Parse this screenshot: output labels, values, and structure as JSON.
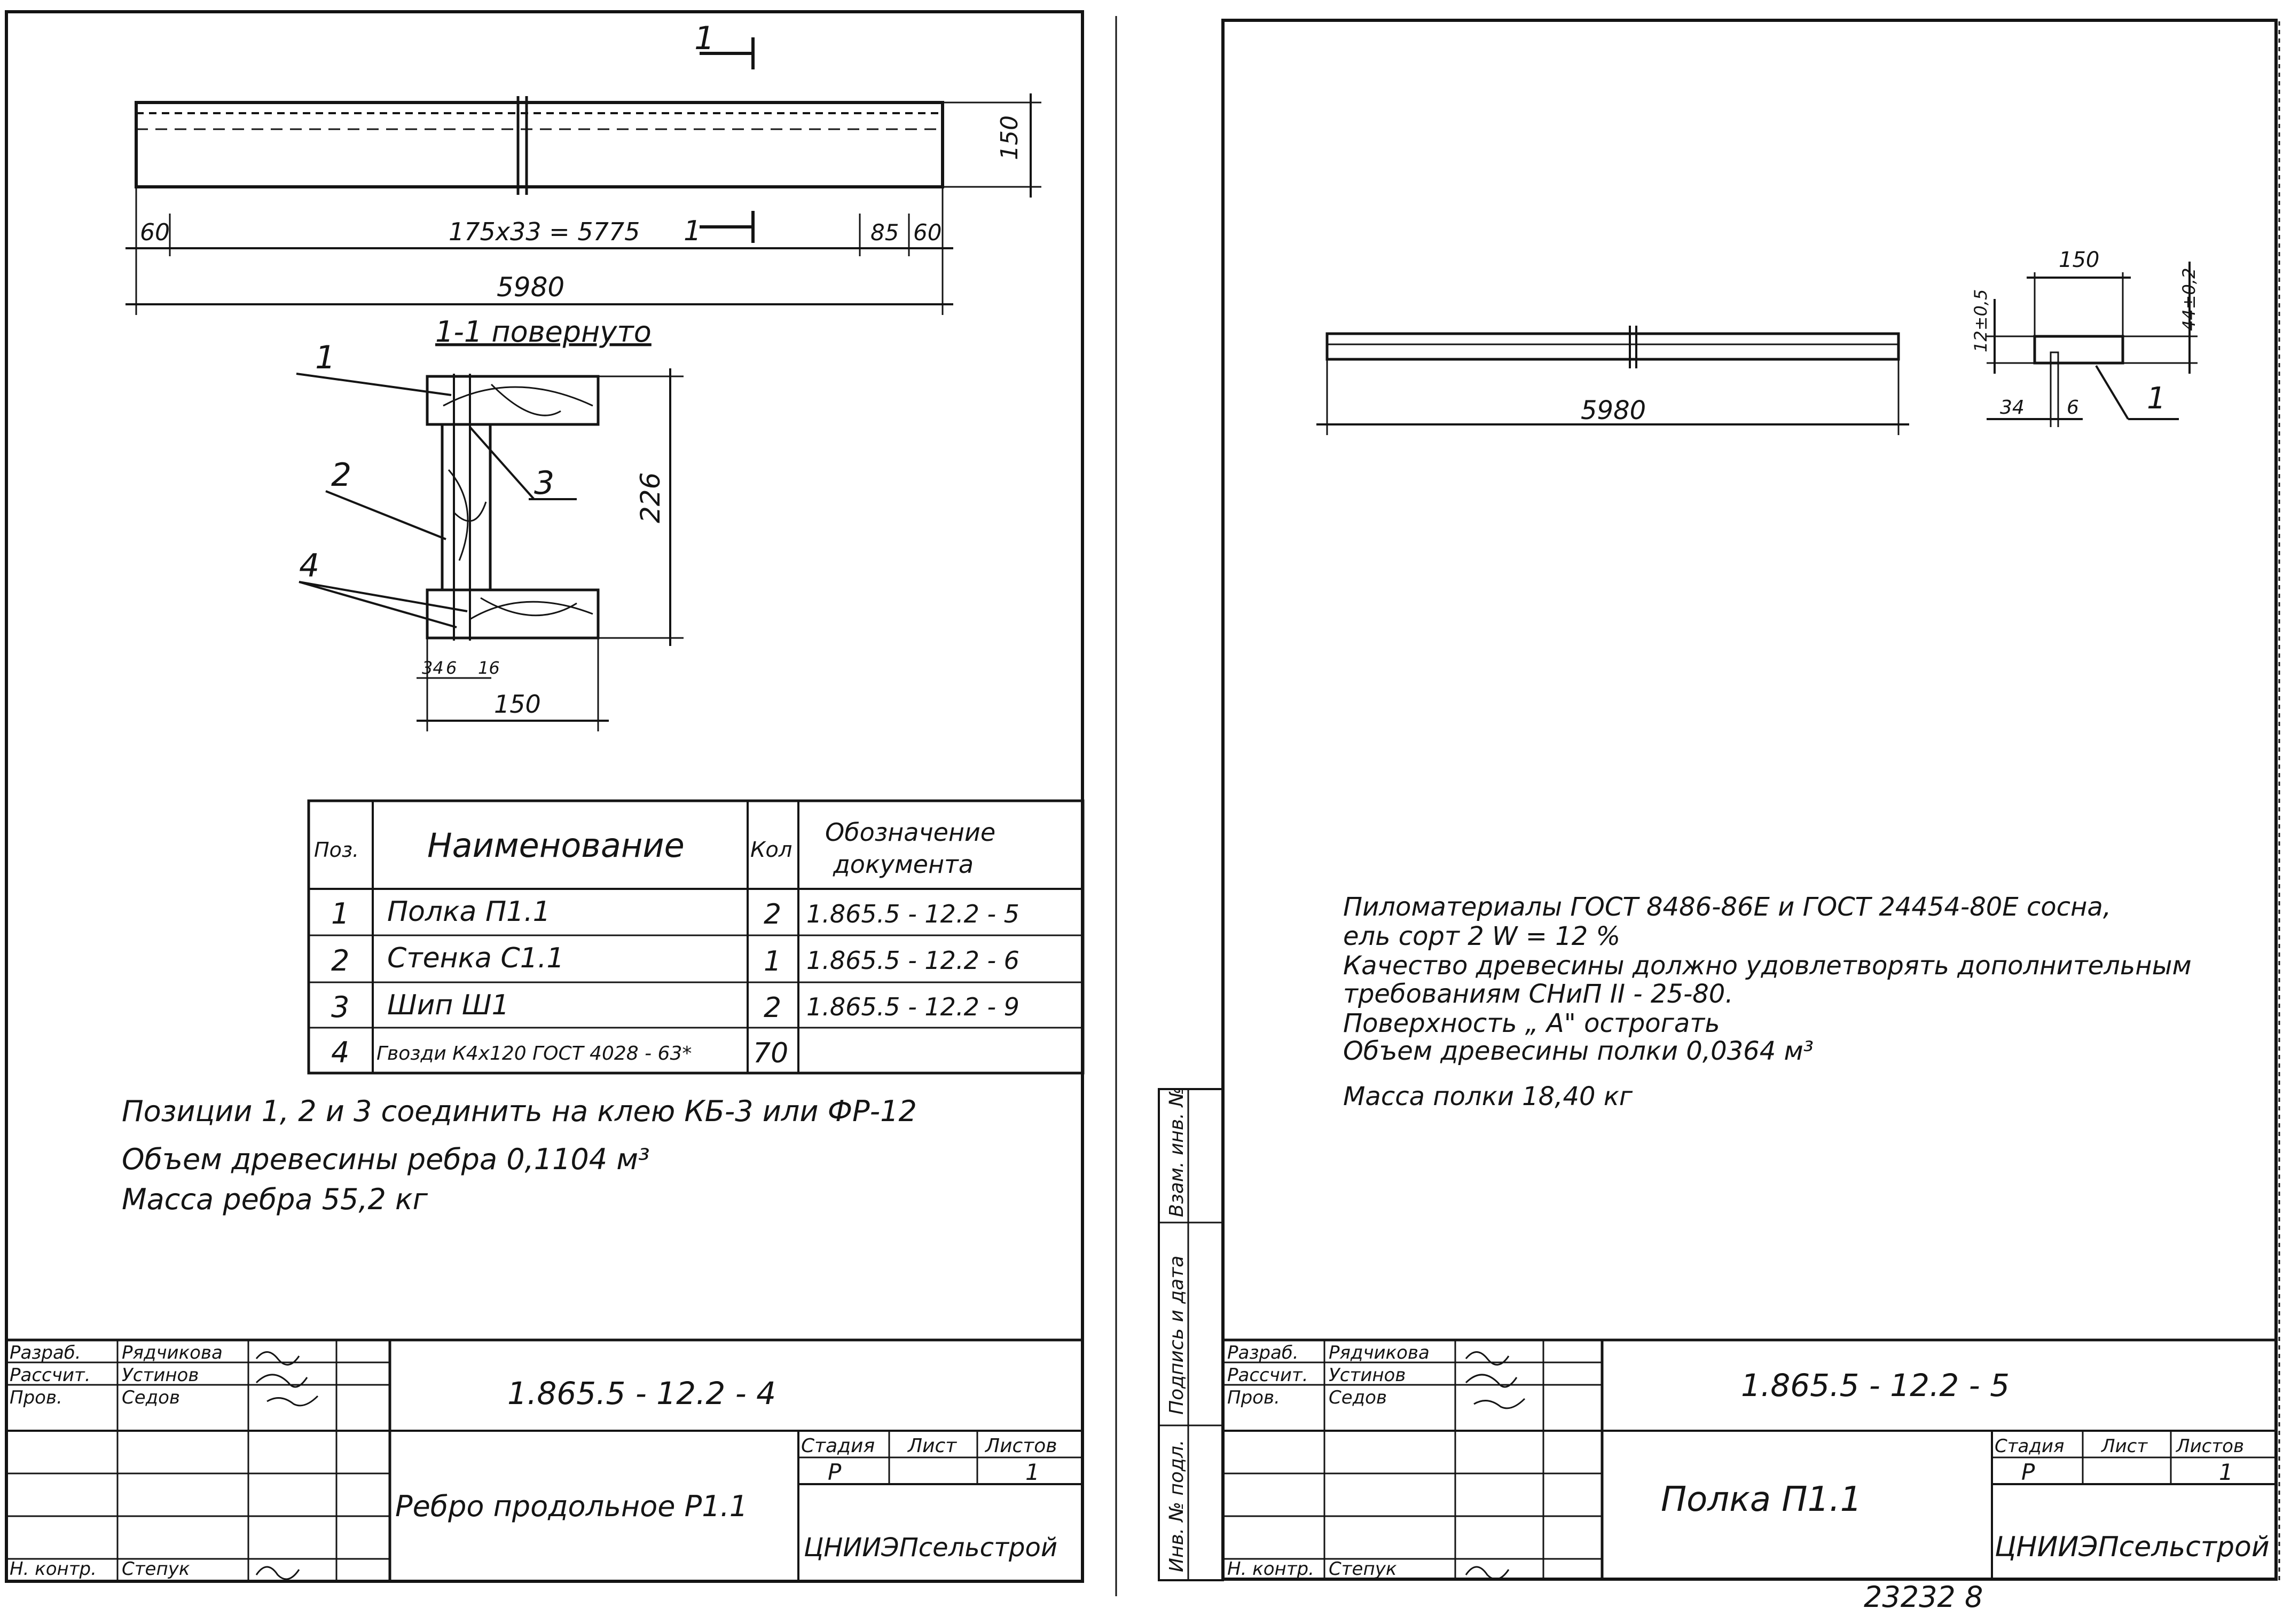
{
  "sheet1": {
    "section_label_top": "1",
    "section_label_bottom": "1",
    "dim_150": "150",
    "dim_60_left": "60",
    "dim_span": "175x33 = 5775",
    "dim_85": "85",
    "dim_60_right": "60",
    "dim_5980": "5980",
    "section_caption": "1-1 повернуто",
    "callouts": [
      "1",
      "2",
      "3",
      "4"
    ],
    "dim_226": "226",
    "dim_bottom_small": [
      "34",
      "6",
      "16"
    ],
    "dim_width": "150",
    "spec_headers": {
      "pos": "Поз.",
      "name": "Наименование",
      "qty": "Кол",
      "doc_line1": "Обозначение",
      "doc_line2": "документа"
    },
    "spec_rows": [
      {
        "pos": "1",
        "name": "Полка  П1.1",
        "qty": "2",
        "doc": "1.865.5 - 12.2 - 5"
      },
      {
        "pos": "2",
        "name": "Стенка  С1.1",
        "qty": "1",
        "doc": "1.865.5 - 12.2 - 6"
      },
      {
        "pos": "3",
        "name": "Шип   Ш1",
        "qty": "2",
        "doc": "1.865.5 - 12.2 - 9"
      },
      {
        "pos": "4",
        "name": "Гвозди К4х120 ГОСТ 4028 - 63*",
        "qty": "70",
        "doc": ""
      }
    ],
    "notes": [
      "Позиции 1, 2 и 3 соединить на клею КБ-3 или ФР-12",
      "Объем древесины ребра  0,1104 м³",
      "Масса   ребра  55,2 кг"
    ],
    "title_block": {
      "roles": [
        "Разраб.",
        "Рассчит.",
        "Пров.",
        "",
        "",
        "Н. контр."
      ],
      "names": [
        "Рядчикова",
        "Устинов",
        "Седов",
        "",
        "",
        "Степук"
      ],
      "code": "1.865.5 - 12.2 - 4",
      "stage_header": "Стадия",
      "sheet_header": "Лист",
      "sheets_header": "Листов",
      "stage": "Р",
      "sheets": "1",
      "title": "Ребро продольное Р1.1",
      "org": "ЦНИИЭПсельстрой"
    }
  },
  "sheet2": {
    "dim_5980": "5980",
    "dim_150": "150",
    "dim_12": "12±0,5",
    "dim_44": "44±0,2",
    "dim_34": "34",
    "dim_6": "6",
    "callout": "1",
    "notes": [
      "Пиломатериалы ГОСТ 8486-86Е и ГОСТ 24454-80Е сосна,",
      "ель сорт 2    W = 12 %",
      "Качество древесины должно удовлетворять дополнительным",
      "требованиям   СНиП II - 25-80.",
      "Поверхность „ А\" острогать",
      "Объем  древесины полки  0,0364 м³",
      "Масса   полки   18,40 кг"
    ],
    "side_stamps": [
      "Взам. инв. №",
      "Подпись и дата",
      "Инв. № подл."
    ],
    "title_block": {
      "roles": [
        "Разраб.",
        "Рассчит.",
        "Пров.",
        "",
        "",
        "Н. контр."
      ],
      "names": [
        "Рядчикова",
        "Устинов",
        "Седов",
        "",
        "",
        "Степук"
      ],
      "code": "1.865.5 - 12.2 - 5",
      "stage_header": "Стадия",
      "sheet_header": "Лист",
      "sheets_header": "Листов",
      "stage": "Р",
      "sheets": "1",
      "title": "Полка П1.1",
      "org": "ЦНИИЭПсельстрой"
    },
    "footer_number": "23232    8"
  }
}
